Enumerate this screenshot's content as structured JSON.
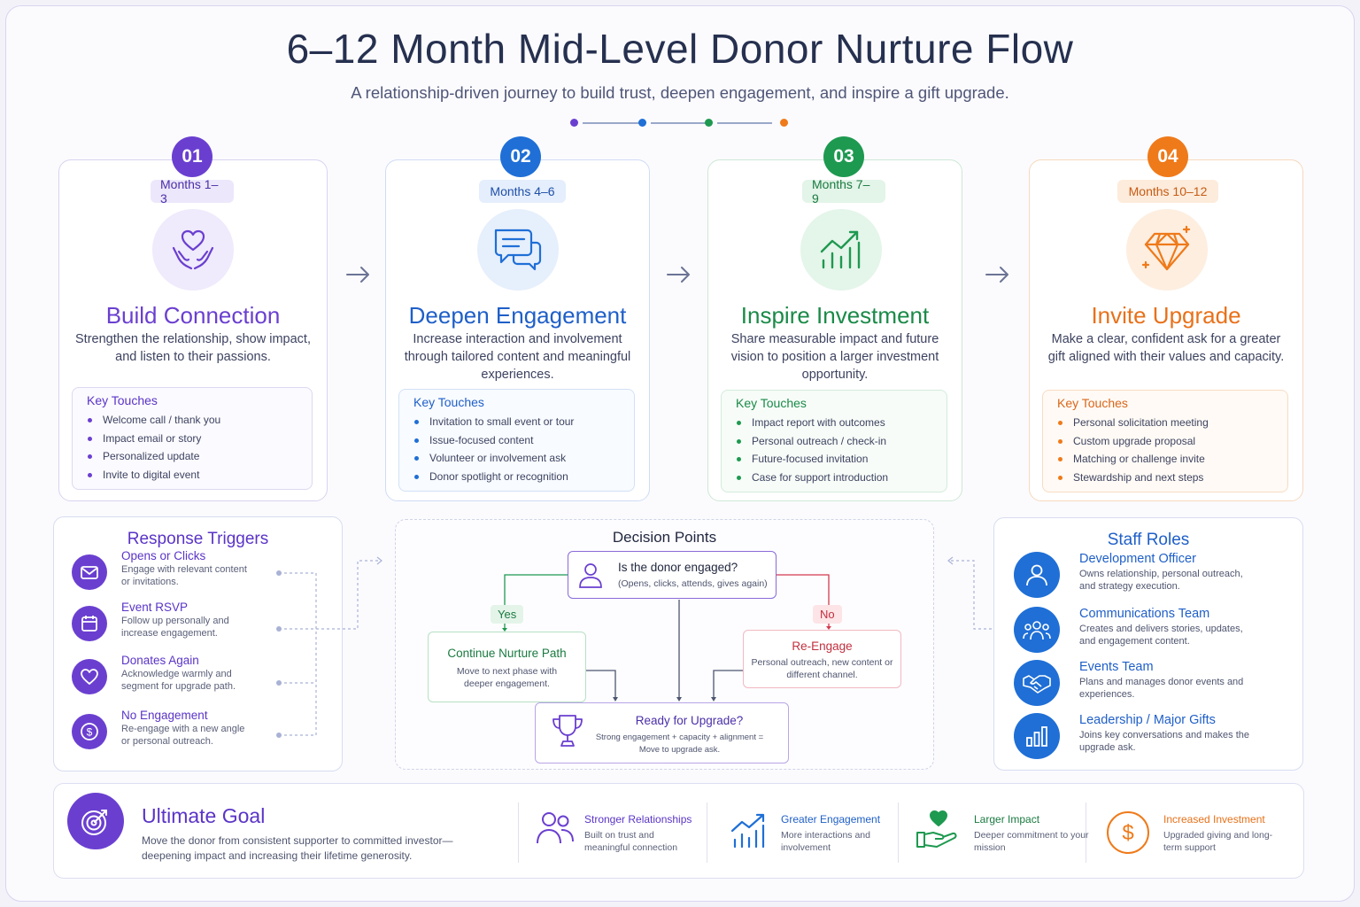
{
  "title": "6–12 Month Mid-Level Donor Nurture Flow",
  "subtitle": "A relationship-driven journey to build trust, deepen engagement, and inspire a gift upgrade.",
  "colors": {
    "purple": "#6a3fd0",
    "blue": "#1f6fd6",
    "green": "#1e9950",
    "orange": "#ef7a1a",
    "red": "#d43a4e"
  },
  "stages": [
    {
      "num": "01",
      "months": "Months 1–3",
      "icon": "heart-hands-icon",
      "title": "Build Connection",
      "desc": "Strengthen the relationship, show impact, and listen to their passions.",
      "key_title": "Key Touches",
      "touches": [
        "Welcome call / thank you",
        "Impact email or story",
        "Personalized update",
        "Invite to digital event"
      ]
    },
    {
      "num": "02",
      "months": "Months 4–6",
      "icon": "chat-bubbles-icon",
      "title": "Deepen Engagement",
      "desc": "Increase interaction and involvement through tailored content and meaningful experiences.",
      "key_title": "Key Touches",
      "touches": [
        "Invitation to small event or tour",
        "Issue-focused content",
        "Volunteer or involvement ask",
        "Donor spotlight or recognition"
      ]
    },
    {
      "num": "03",
      "months": "Months 7–9",
      "icon": "growth-chart-icon",
      "title": "Inspire Investment",
      "desc": "Share measurable impact and future vision to position a larger investment opportunity.",
      "key_title": "Key Touches",
      "touches": [
        "Impact report with outcomes",
        "Personal outreach / check-in",
        "Future-focused invitation",
        "Case for support introduction"
      ]
    },
    {
      "num": "04",
      "months": "Months 10–12",
      "icon": "diamond-icon",
      "title": "Invite Upgrade",
      "desc": "Make a clear, confident ask for a greater gift aligned with their values and capacity.",
      "key_title": "Key Touches",
      "touches": [
        "Personal solicitation meeting",
        "Custom upgrade proposal",
        "Matching or challenge invite",
        "Stewardship and next steps"
      ]
    }
  ],
  "triggers": {
    "title": "Response Triggers",
    "items": [
      {
        "icon": "mail-icon",
        "title": "Opens or Clicks",
        "desc": "Engage with relevant content or invitations."
      },
      {
        "icon": "calendar-icon",
        "title": "Event RSVP",
        "desc": "Follow up personally and increase engagement."
      },
      {
        "icon": "heart-icon",
        "title": "Donates Again",
        "desc": "Acknowledge warmly and segment for upgrade path."
      },
      {
        "icon": "dollar-coin-icon",
        "title": "No Engagement",
        "desc": "Re-engage with a new angle or personal outreach."
      }
    ]
  },
  "decision": {
    "title": "Decision Points",
    "question": "Is the donor engaged?",
    "question_sub": "(Opens, clicks, attends, gives again)",
    "yes": "Yes",
    "no": "No",
    "continue_title": "Continue Nurture Path",
    "continue_desc": "Move to next phase with deeper engagement.",
    "reengage_title": "Re-Engage",
    "reengage_desc": "Personal outreach, new content or different channel.",
    "upgrade_title": "Ready for Upgrade?",
    "upgrade_desc": "Strong engagement + capacity + alignment = Move to upgrade ask."
  },
  "staff": {
    "title": "Staff Roles",
    "items": [
      {
        "icon": "person-icon",
        "title": "Development Officer",
        "desc": "Owns relationship, personal outreach, and strategy execution."
      },
      {
        "icon": "team-icon",
        "title": "Communications Team",
        "desc": "Creates and delivers stories, updates, and engagement content."
      },
      {
        "icon": "handshake-icon",
        "title": "Events Team",
        "desc": "Plans and manages donor events and experiences."
      },
      {
        "icon": "bar-chart-icon",
        "title": "Leadership / Major Gifts",
        "desc": "Joins key conversations and makes the upgrade ask."
      }
    ]
  },
  "goal": {
    "title": "Ultimate Goal",
    "desc": "Move the donor from consistent supporter to committed investor—deepening impact and increasing their lifetime generosity.",
    "outcomes": [
      {
        "icon": "people-icon",
        "title": "Stronger Relationships",
        "desc": "Built on trust and meaningful connection"
      },
      {
        "icon": "trend-chart-icon",
        "title": "Greater Engagement",
        "desc": "More interactions and involvement"
      },
      {
        "icon": "heart-hand-icon",
        "title": "Larger Impact",
        "desc": "Deeper commitment to your mission"
      },
      {
        "icon": "dollar-icon",
        "title": "Increased Investment",
        "desc": "Upgraded giving and long-term support"
      }
    ]
  }
}
